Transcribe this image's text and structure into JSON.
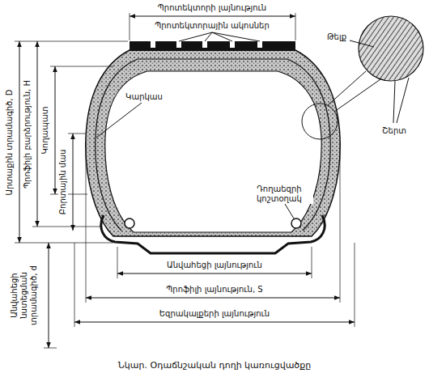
{
  "diagram": {
    "caption": "Նկար. Օդաճնշական դողի կառուցվածքը",
    "labels": [
      "Պրոտեկտորի լայնություն",
      "Պրոտեկտորային ակոսներ",
      "Թելք",
      "Շերտ",
      "Արտաքին տրամագիծ, D",
      "Պրոֆիլի բարձրություն, H",
      "Կողապատ",
      "Բորտային մաս",
      "Կարկաս",
      "Դողաեզրի կոշտօղակ",
      "Անվահեցի նստեցման տրամագիծ, d",
      "Անվահեցի լայնություն",
      "Պրոֆիլի լայնություն, S",
      "Եզրակալքերի լայնություն"
    ]
  }
}
